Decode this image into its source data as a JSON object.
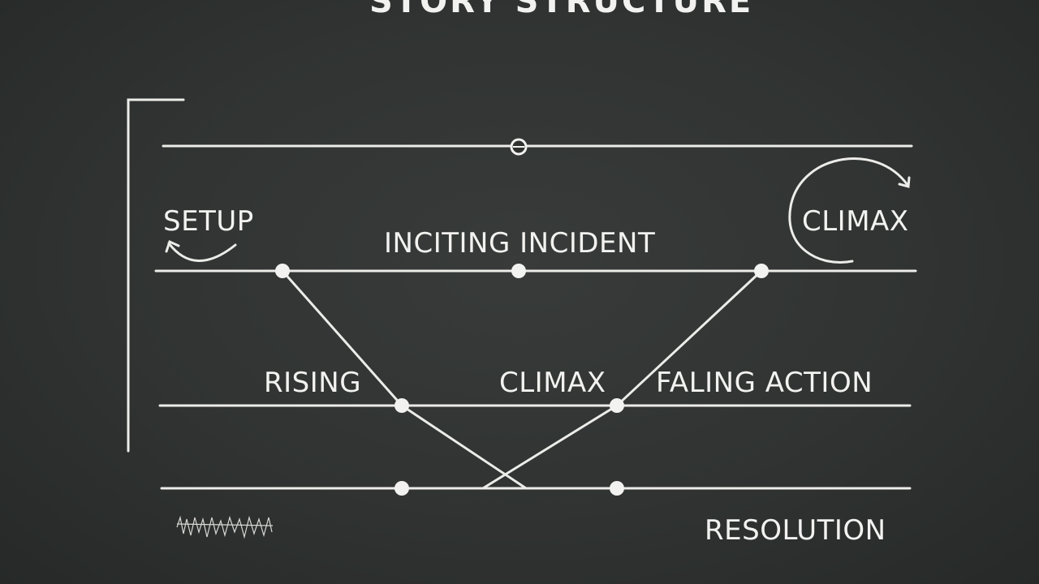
{
  "diagram": {
    "title": "STORY STRUCTURE",
    "labels": {
      "setup": "SETUP",
      "climax_top": "CLIMAX",
      "inciting_incident": "INCITING INCIDENT",
      "rising": "RISING",
      "climax_mid": "CLIMAX",
      "falling_action": "FALING ACTION",
      "resolution": "RESOLUTION"
    },
    "colors": {
      "background": "#2f3231",
      "chalk": "#f2f2f0"
    }
  }
}
